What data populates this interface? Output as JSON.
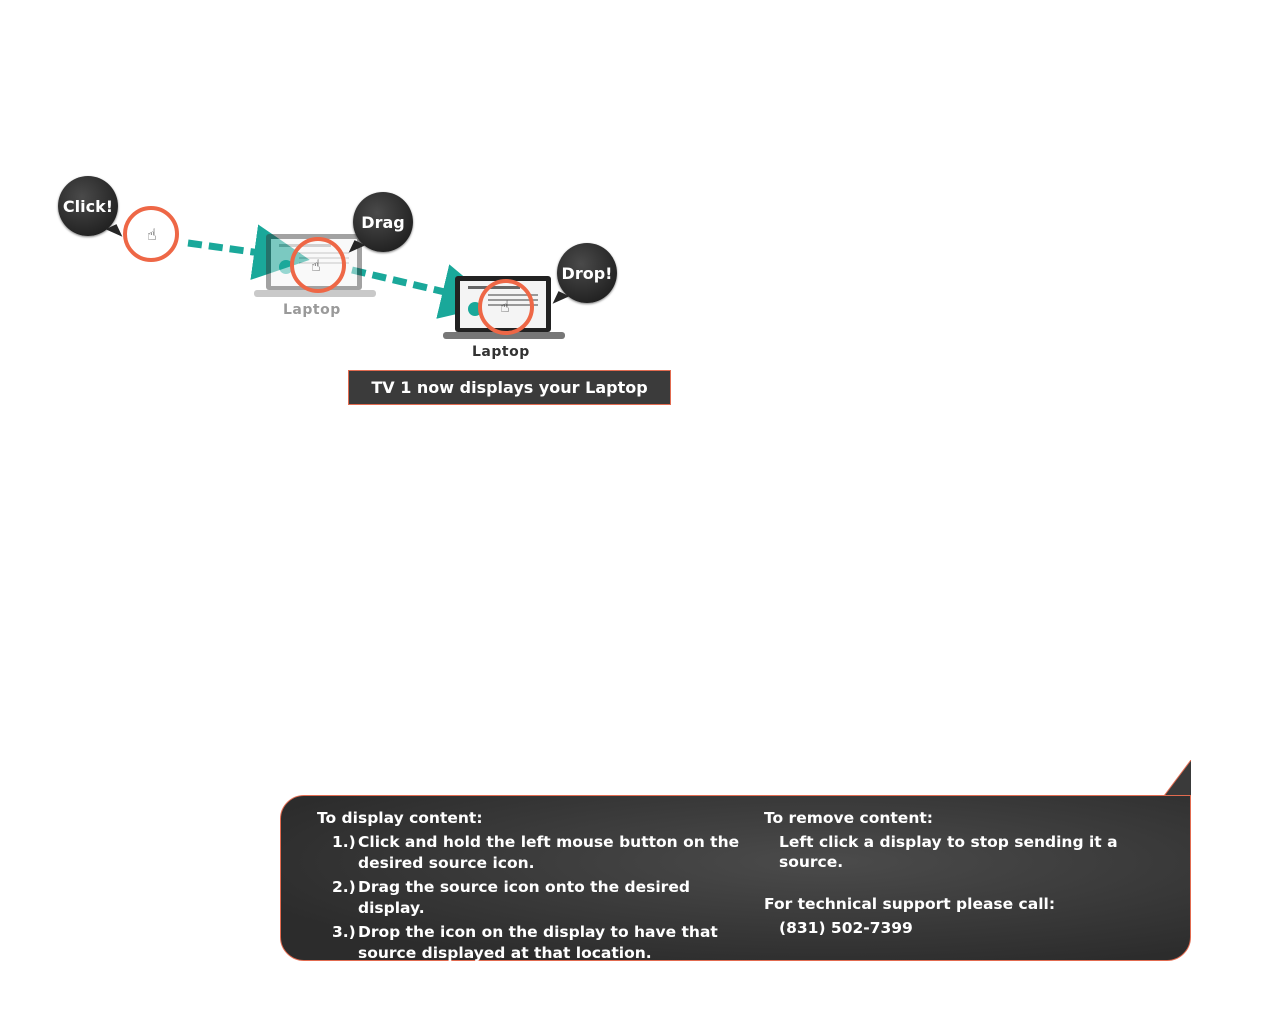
{
  "illustration": {
    "bubbles": {
      "click": "Click!",
      "drag": "Drag",
      "drop": "Drop!"
    },
    "source_icon_label_ghost": "Laptop",
    "source_icon_label": "Laptop",
    "arrow_color": "#1aa89a",
    "ring_color": "#ee6746",
    "icons": [
      "hand-cursor-icon",
      "laptop-icon",
      "dashed-arrow-icon"
    ]
  },
  "status": {
    "message": "TV 1 now displays your Laptop"
  },
  "help": {
    "display_heading": "To display content:",
    "steps": [
      {
        "num": "1.)",
        "text": "Click and hold the left mouse button on the desired source icon."
      },
      {
        "num": "2.)",
        "text": "Drag the source icon onto the desired display."
      },
      {
        "num": "3.)",
        "text": "Drop the icon on the display to have that source displayed at that location."
      }
    ],
    "remove_heading": "To remove content:",
    "remove_text": "Left click a display to stop sending it a source.",
    "support_heading": "For technical support please call:",
    "support_phone": "(831) 502-7399"
  }
}
